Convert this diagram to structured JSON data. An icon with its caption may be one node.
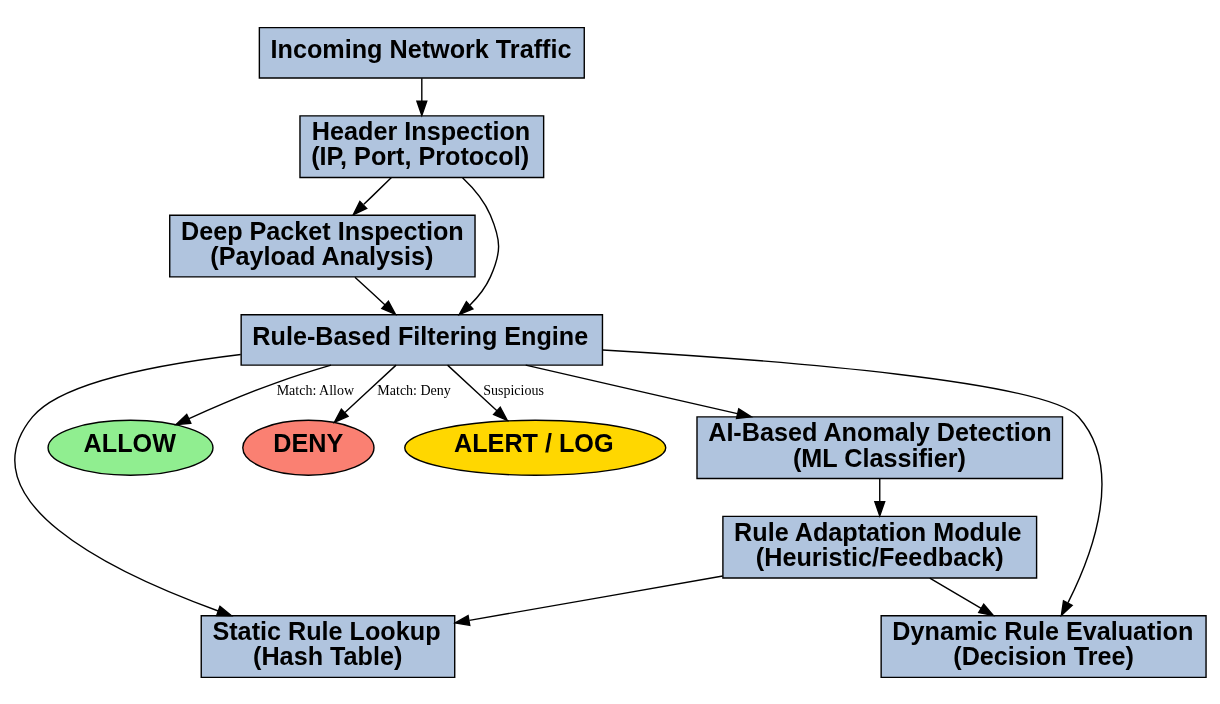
{
  "diagram": {
    "nodes": [
      {
        "text": [
          "Incoming Network Traffic"
        ]
      },
      {
        "text": [
          "Header Inspection",
          "(IP, Port, Protocol)"
        ]
      },
      {
        "text": [
          "Deep Packet Inspection",
          "(Payload Analysis)"
        ]
      },
      {
        "text": [
          "Rule-Based Filtering Engine"
        ]
      },
      {
        "text": [
          "AI-Based Anomaly Detection",
          "(ML Classifier)"
        ]
      },
      {
        "text": [
          "ALLOW"
        ]
      },
      {
        "text": [
          "DENY"
        ]
      },
      {
        "text": [
          "ALERT / LOG"
        ]
      },
      {
        "text": [
          "Rule Adaptation Module",
          "(Heuristic/Feedback)"
        ]
      },
      {
        "text": [
          "Static Rule Lookup",
          "(Hash Table)"
        ]
      },
      {
        "text": [
          "Dynamic Rule Evaluation",
          "(Decision Tree)"
        ]
      }
    ],
    "edges": [
      {
        "from": 0,
        "to": 1,
        "arrow": "to"
      },
      {
        "from": 1,
        "to": 2,
        "arrow": "to"
      },
      {
        "from": 1,
        "to": 3,
        "arrow": "to"
      },
      {
        "from": 2,
        "to": 3,
        "arrow": "to"
      },
      {
        "from": 3,
        "to": 9,
        "arrow": "to"
      },
      {
        "from": 3,
        "to": 4,
        "arrow": "to"
      },
      {
        "from": 3,
        "to": 10,
        "arrow": "to"
      },
      {
        "from": 3,
        "to": 5,
        "arrow": "to",
        "label": "Match: Allow"
      },
      {
        "from": 3,
        "to": 6,
        "arrow": "to",
        "label": "Match: Deny"
      },
      {
        "from": 3,
        "to": 7,
        "arrow": "to",
        "label": "Suspicious"
      },
      {
        "from": 4,
        "to": 8,
        "arrow": "to"
      },
      {
        "from": 8,
        "to": 9,
        "arrow": "to"
      },
      {
        "from": 8,
        "to": 10,
        "arrow": "to"
      }
    ]
  }
}
